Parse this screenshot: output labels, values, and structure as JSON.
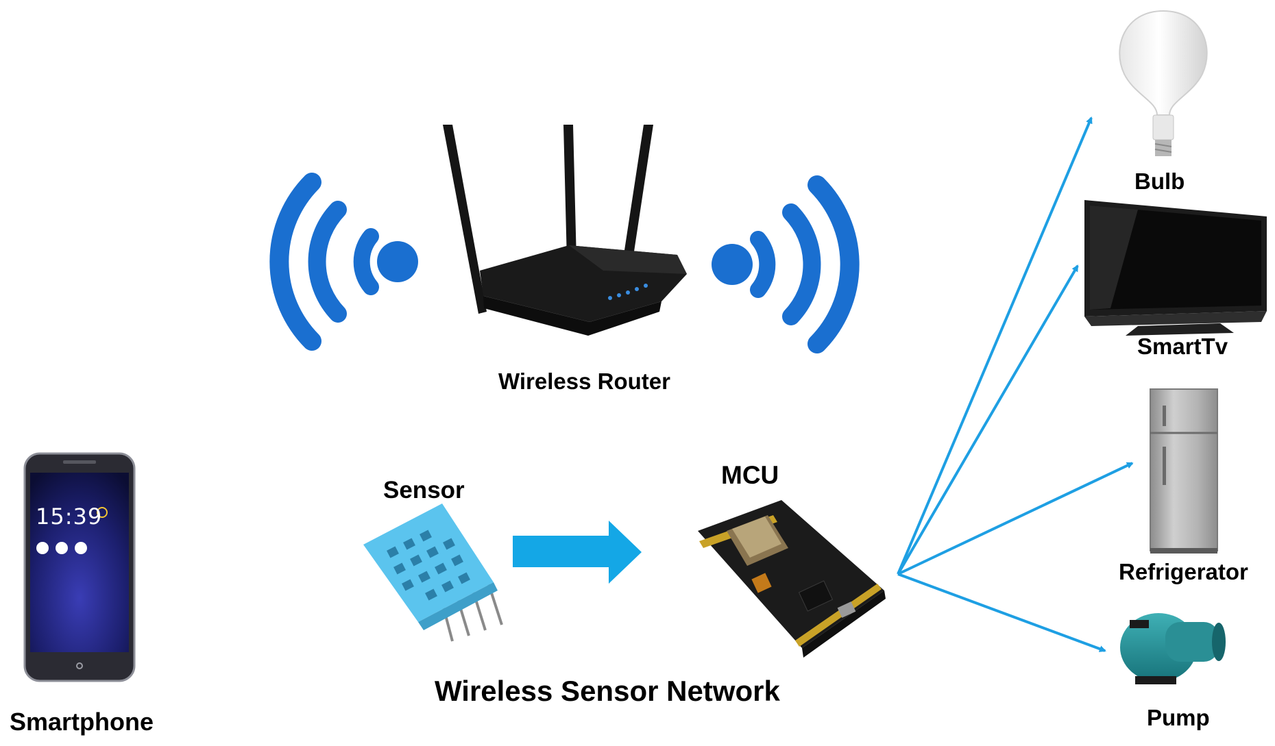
{
  "labels": {
    "router": "Wireless Router",
    "bulb": "Bulb",
    "smart_tv": "SmartTv",
    "refrigerator": "Refrigerator",
    "pump": "Pump",
    "sensor": "Sensor",
    "mcu": "MCU",
    "smartphone": "Smartphone",
    "network": "Wireless Sensor Network"
  },
  "phone_screen": {
    "time": "15:39"
  },
  "colors": {
    "wifi_blue": "#1a6fd0",
    "arrow_blue": "#1e9fe3",
    "sensor_arrow": "#14a7e6",
    "router_black": "#151515",
    "sensor_blue": "#5bc4ee",
    "mcu_black": "#1b1b1b"
  },
  "icons": [
    "wifi-signal-icon",
    "router-icon",
    "bulb-icon",
    "tv-icon",
    "refrigerator-icon",
    "pump-icon",
    "sensor-icon",
    "mcu-board-icon",
    "smartphone-icon"
  ]
}
